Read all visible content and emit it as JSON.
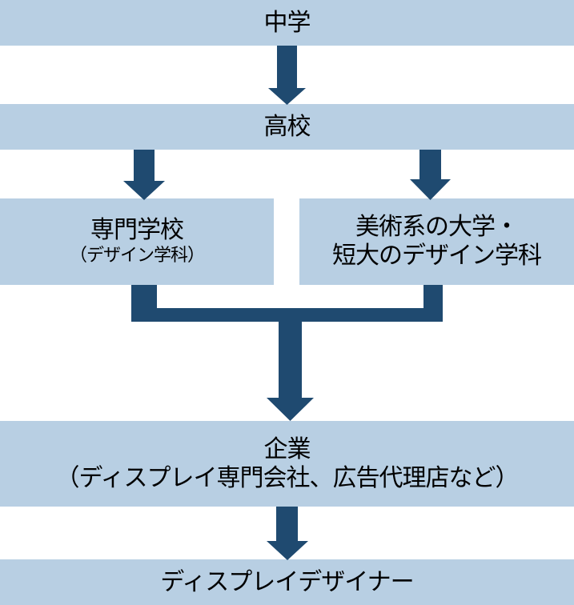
{
  "diagram": {
    "title": "ディスプレイデザイナーへの進路",
    "colors": {
      "box_fill": "#b8cfe3",
      "arrow_fill": "#1f4a70",
      "text": "#000000"
    },
    "nodes": {
      "junior_high": {
        "label": "中学"
      },
      "high_school": {
        "label": "高校"
      },
      "vocational_school": {
        "label": "専門学校",
        "sub": "（デザイン学科）"
      },
      "art_university": {
        "line1": "美術系の大学・",
        "line2": "短大のデザイン学科"
      },
      "company": {
        "label": "企業",
        "sub": "（ディスプレイ専門会社、広告代理店など）"
      },
      "display_designer": {
        "label": "ディスプレイデザイナー"
      }
    },
    "edges": [
      {
        "from": "junior_high",
        "to": "high_school"
      },
      {
        "from": "high_school",
        "to": "vocational_school"
      },
      {
        "from": "high_school",
        "to": "art_university"
      },
      {
        "from": "vocational_school",
        "to": "company"
      },
      {
        "from": "art_university",
        "to": "company"
      },
      {
        "from": "company",
        "to": "display_designer"
      }
    ]
  }
}
